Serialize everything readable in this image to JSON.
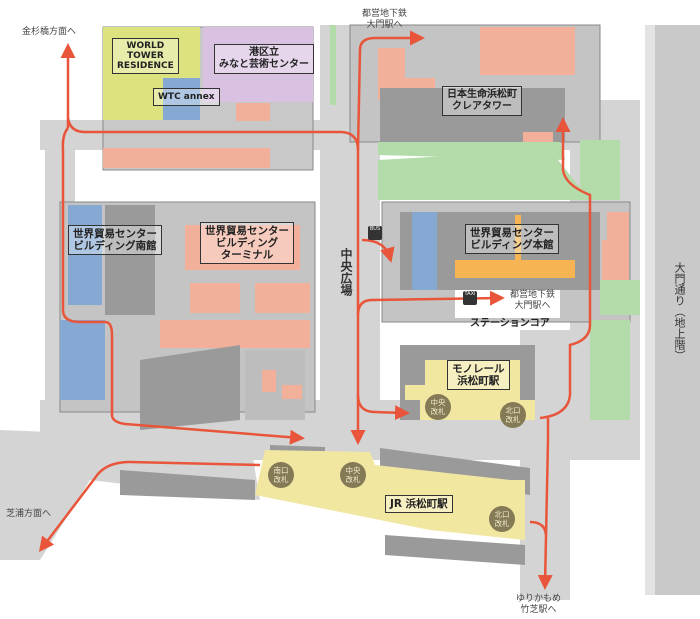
{
  "title": "浜松町駅周辺 構内図",
  "colors": {
    "route": "#e8553a",
    "building": "#a9a9a9",
    "salmon": "#f2b09a",
    "station": "#f2e7a1",
    "green": "#b3dcaa",
    "blue": "#86a9d4",
    "residence": "#dbe27e",
    "museum": "#d8c1e1",
    "gate": "#857a56"
  },
  "buildings": {
    "world_tower_residence": "WORLD\nTOWER\nRESIDENCE",
    "wtc_annex": "WTC annex",
    "minato_art_center": "港区立\nみなと芸術センター",
    "clair_tower": "日本生命浜松町\nクレアタワー",
    "wtc_south": "世界貿易センター\nビルディング南館",
    "wtc_terminal": "世界貿易センター\nビルディング\nターミナル",
    "wtc_main": "世界貿易センター\nビルディング本館",
    "station_core": "ステーションコア",
    "monorail": "モノレール\n浜松町駅",
    "jr": "JR 浜松町駅"
  },
  "places": {
    "central_plaza": "中央広場",
    "daimon_street": "大門通り（地上階）"
  },
  "directions": {
    "kanasugibashi": "金杉橋方面へ",
    "toei_daimon_top": "都営地下鉄\n大門駅へ",
    "toei_daimon_mid": "都営地下鉄\n大門駅へ",
    "shibaura": "芝浦方面へ",
    "yurikamome": "ゆりかもめ\n竹芝駅へ"
  },
  "gates": {
    "mono_central": "中央\n改札",
    "mono_north": "北口\n改札",
    "jr_south": "南口\n改札",
    "jr_central": "中央\n改札",
    "jr_north": "北口\n改札"
  },
  "icons": {
    "bus": "BUS",
    "taxi": "TAXI"
  }
}
